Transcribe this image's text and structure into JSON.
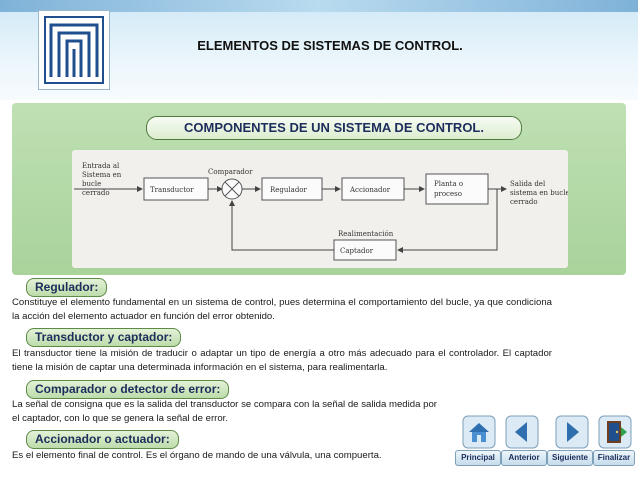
{
  "header": {
    "title": "ELEMENTOS DE SISTEMAS DE CONTROL."
  },
  "subtitle": "COMPONENTES DE UN SISTEMA DE CONTROL.",
  "diagram": {
    "input": [
      "Entrada al",
      "Sistema en",
      "bucle",
      "cerrado"
    ],
    "comparator": "Comparador",
    "transducer": "Transductor",
    "regulator": "Regulador",
    "actuator": "Accionador",
    "plant": [
      "Planta o",
      "proceso"
    ],
    "output": [
      "Salida del",
      "sistema en bucle",
      "cerrado"
    ],
    "feedback": "Realimentación",
    "sensor": "Captador"
  },
  "sections": [
    {
      "heading": "Regulador:",
      "text": "Constituye el elemento fundamental en un sistema de control, pues determina el comportamiento del bucle, ya que condiciona la acción del elemento actuador en función del error obtenido."
    },
    {
      "heading": "Transductor y captador:",
      "text": "El transductor tiene la misión de traducir o adaptar un tipo de energía a otro más adecuado para el controlador. El captador tiene la misión de captar una determinada información en el sistema, para realimentarla."
    },
    {
      "heading": "Comparador o detector de error:",
      "text": "La señal de consigna que es la salida del transductor se compara con la señal de salida medida por el captador, con lo que se genera la señal de error."
    },
    {
      "heading": "Accionador o actuador:",
      "text": "Es el elemento final de control. Es el órgano de mando de una válvula, una compuerta."
    }
  ],
  "nav": {
    "home": "Principal",
    "prev": "Anterior",
    "next": "Siguiente",
    "end": "Finalizar"
  }
}
